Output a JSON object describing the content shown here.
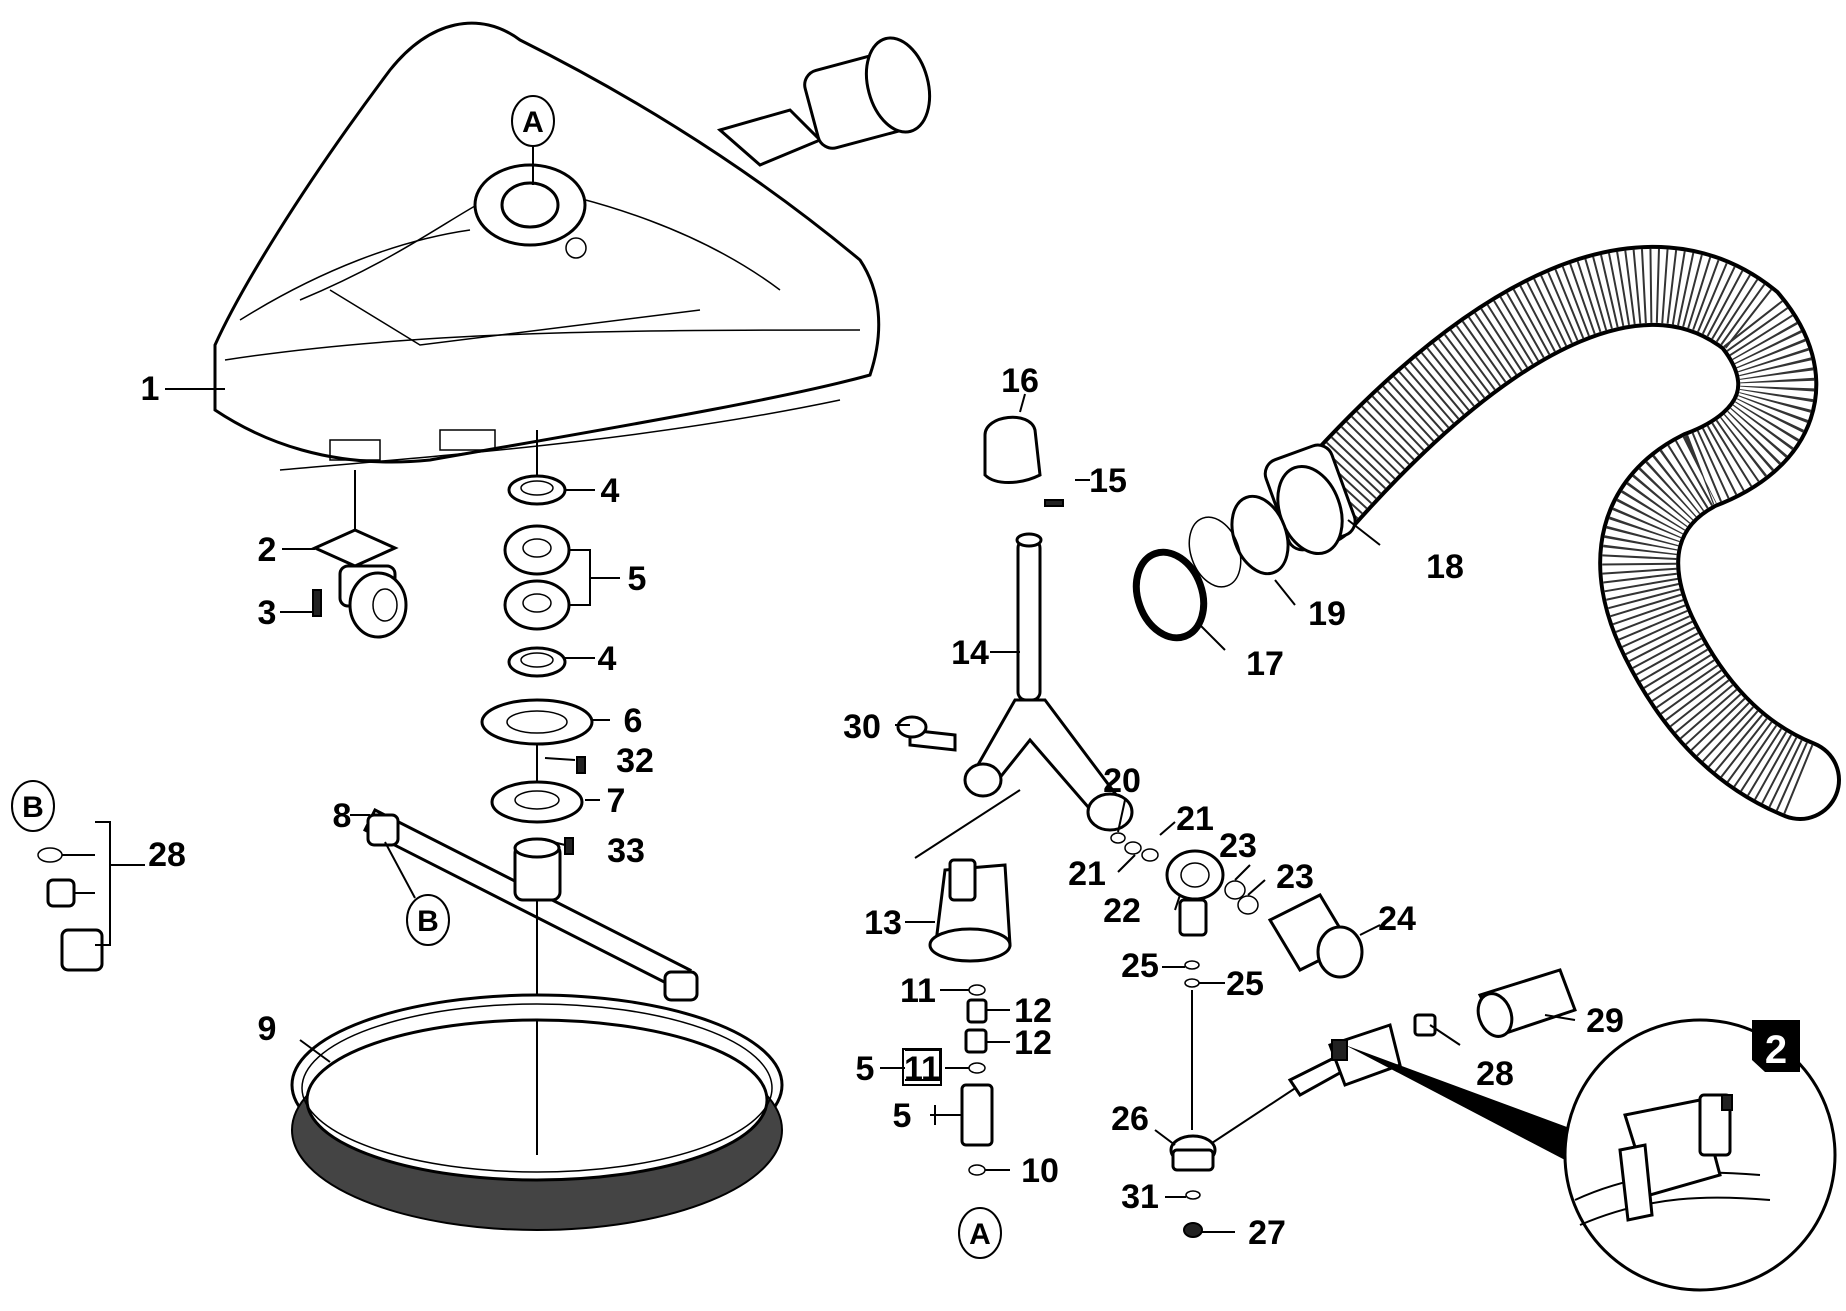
{
  "diagram": {
    "badge": "2",
    "refs": {
      "a": "A",
      "b": "B"
    },
    "labels": {
      "p1": "1",
      "p2": "2",
      "p3": "3",
      "p4a": "4",
      "p4b": "4",
      "p5a": "5",
      "p5b": "5",
      "p5c": "5",
      "p6": "6",
      "p7": "7",
      "p8": "8",
      "p9": "9",
      "p10": "10",
      "p11a": "11",
      "p11b": "11",
      "p12a": "12",
      "p12b": "12",
      "p13": "13",
      "p14": "14",
      "p15": "15",
      "p16": "16",
      "p17": "17",
      "p18": "18",
      "p19": "19",
      "p20": "20",
      "p21a": "21",
      "p21b": "21",
      "p22": "22",
      "p23a": "23",
      "p23b": "23",
      "p24": "24",
      "p25a": "25",
      "p25b": "25",
      "p26": "26",
      "p27": "27",
      "p28a": "28",
      "p28b": "28",
      "p29": "29",
      "p30": "30",
      "p31": "31",
      "p32": "32",
      "p33": "33"
    }
  }
}
